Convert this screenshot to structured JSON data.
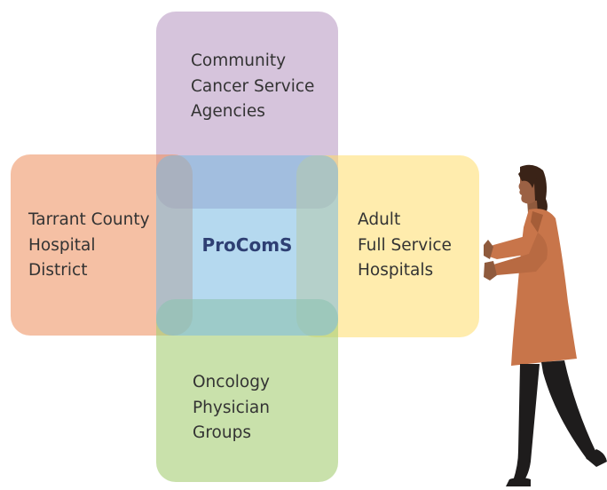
{
  "center_label": "ProComS",
  "partners": {
    "top": {
      "lines": [
        "Community",
        "Cancer Service",
        "Agencies"
      ],
      "color": "#b899c3"
    },
    "left": {
      "lines": [
        "Tarrant County",
        "Hospital",
        "District"
      ],
      "color": "#ee9263"
    },
    "right": {
      "lines": [
        "Adult",
        "Full Service",
        "Hospitals"
      ],
      "color": "#ffda62"
    },
    "bottom": {
      "lines": [
        "Oncology",
        "Physician",
        "Groups"
      ],
      "color": "#a8cf78"
    }
  },
  "center_color": "#2e3f73",
  "illustration": "woman-pushing-icon"
}
